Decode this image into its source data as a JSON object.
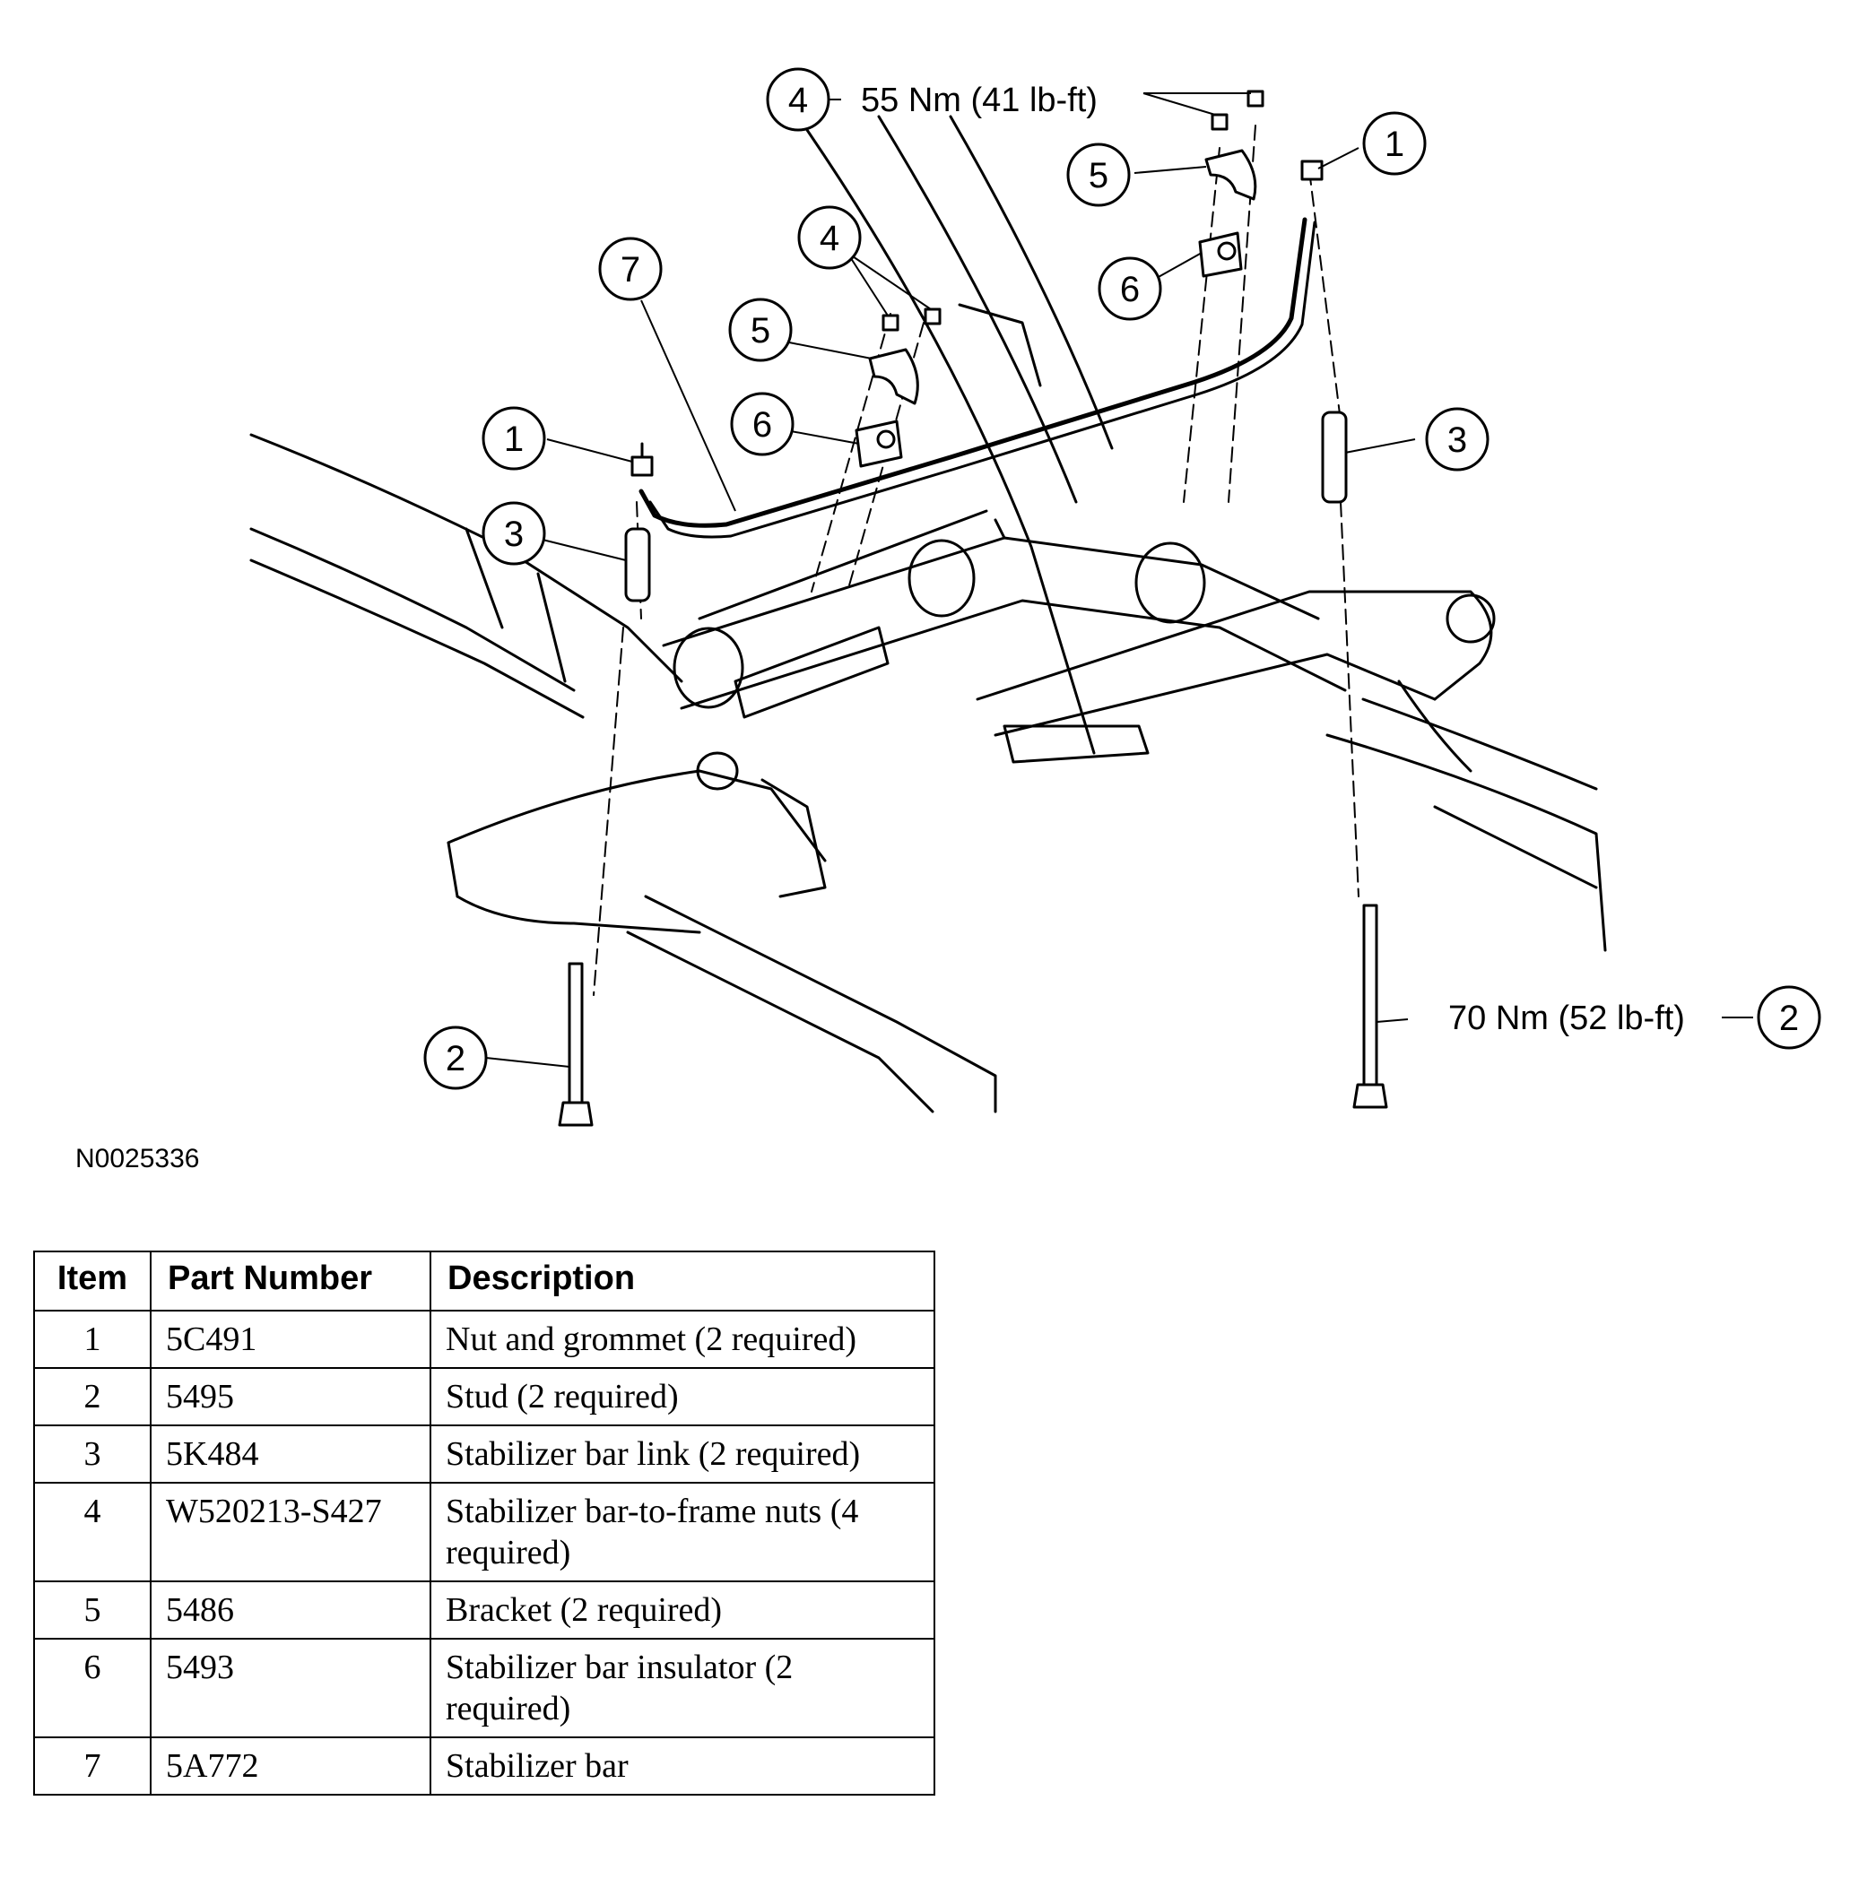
{
  "figure_id": "N0025336",
  "torque_specs": {
    "nut_torque": "55 Nm (41 lb-ft)",
    "stud_torque": "70 Nm (52 lb-ft)"
  },
  "callouts": {
    "c4_top": "4",
    "c5_top": "5",
    "c6_top": "6",
    "c1_right": "1",
    "c3_right": "3",
    "c2_right": "2",
    "c7": "7",
    "c4_mid": "4",
    "c5_mid": "5",
    "c6_mid": "6",
    "c1_left": "1",
    "c3_left": "3",
    "c2_left": "2"
  },
  "table": {
    "headers": [
      "Item",
      "Part Number",
      "Description"
    ],
    "rows": [
      {
        "item": "1",
        "part": "5C491",
        "desc": "Nut and grommet (2 required)"
      },
      {
        "item": "2",
        "part": "5495",
        "desc": "Stud (2 required)"
      },
      {
        "item": "3",
        "part": "5K484",
        "desc": "Stabilizer bar link (2 required)"
      },
      {
        "item": "4",
        "part": "W520213-S427",
        "desc": "Stabilizer bar-to-frame nuts (4 required)"
      },
      {
        "item": "5",
        "part": "5486",
        "desc": "Bracket (2 required)"
      },
      {
        "item": "6",
        "part": "5493",
        "desc": "Stabilizer bar insulator (2 required)"
      },
      {
        "item": "7",
        "part": "5A772",
        "desc": "Stabilizer bar"
      }
    ]
  }
}
